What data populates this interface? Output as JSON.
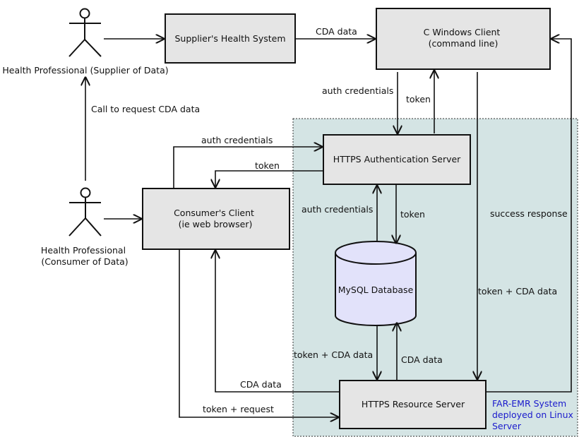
{
  "colors": {
    "box_fill": "#e5e5e5",
    "system_fill": "#d4e4e4",
    "database_fill": "#e2e2fa",
    "system_label": "#1a1acc"
  },
  "actors": {
    "supplier": "Health Professional (Supplier of Data)",
    "consumer": [
      "Health Professional",
      "(Consumer of Data)"
    ]
  },
  "nodes": {
    "supplier_health_system": "Supplier's Health System",
    "windows_client": [
      "C Windows Client",
      "(command line)"
    ],
    "auth_server": "HTTPS Authentication Server",
    "consumer_client": [
      "Consumer's Client",
      "(ie web browser)"
    ],
    "database": "MySQL Database",
    "resource_server": "HTTPS Resource Server"
  },
  "system_label": [
    "FAR-EMR System",
    "deployed on Linux",
    "Server"
  ],
  "edges": {
    "supplier_to_system": "CDA data",
    "consumer_request": "Call to request CDA data",
    "windows_auth": "auth credentials",
    "windows_token": "token",
    "consumer_auth": "auth credentials",
    "consumer_token": "token",
    "db_auth": "auth credentials",
    "db_token": "token",
    "success": "success response",
    "windows_data": "token + CDA data",
    "db_to_resource": "token + CDA data",
    "resource_to_db": "CDA data",
    "resource_to_consumer": "CDA data",
    "consumer_to_resource": "token + request"
  }
}
